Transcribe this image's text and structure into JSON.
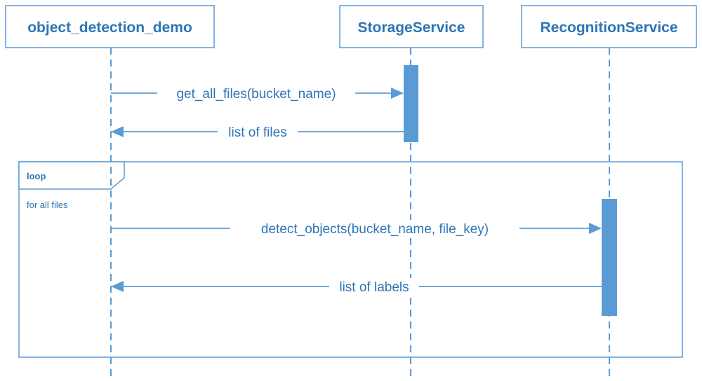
{
  "participants": [
    {
      "id": "object_detection_demo",
      "label": "object_detection_demo"
    },
    {
      "id": "StorageService",
      "label": "StorageService"
    },
    {
      "id": "RecognitionService",
      "label": "RecognitionService"
    }
  ],
  "messages": [
    {
      "from": "object_detection_demo",
      "to": "StorageService",
      "label": "get_all_files(bucket_name)",
      "kind": "call"
    },
    {
      "from": "StorageService",
      "to": "object_detection_demo",
      "label": "list of files",
      "kind": "return"
    },
    {
      "from": "object_detection_demo",
      "to": "RecognitionService",
      "label": "detect_objects(bucket_name, file_key)",
      "kind": "call"
    },
    {
      "from": "RecognitionService",
      "to": "object_detection_demo",
      "label": "list of labels",
      "kind": "return"
    }
  ],
  "loop_frame": {
    "title": "loop",
    "guard": "for all files"
  },
  "colors": {
    "accent": "#5b9bd5",
    "text": "#2e75b6"
  }
}
